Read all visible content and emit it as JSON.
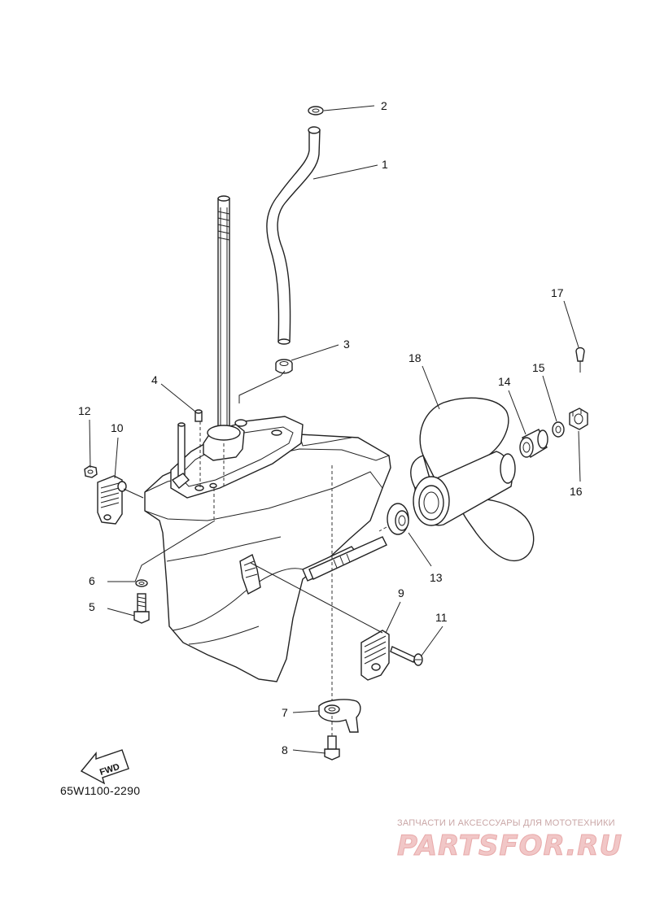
{
  "diagram": {
    "callouts": [
      "1",
      "2",
      "3",
      "4",
      "5",
      "6",
      "7",
      "8",
      "9",
      "10",
      "11",
      "12",
      "13",
      "14",
      "15",
      "16",
      "17",
      "18"
    ],
    "fwd_label": "FWD",
    "document_code": "65W1100-2290",
    "fwd_icon": "fwd-arrow-icon"
  },
  "watermark": {
    "tagline": "ЗАПЧАСТИ И АКСЕССУАРЫ ДЛЯ МОТОТЕХНИКИ",
    "brand": "PARTSFOR.RU"
  }
}
